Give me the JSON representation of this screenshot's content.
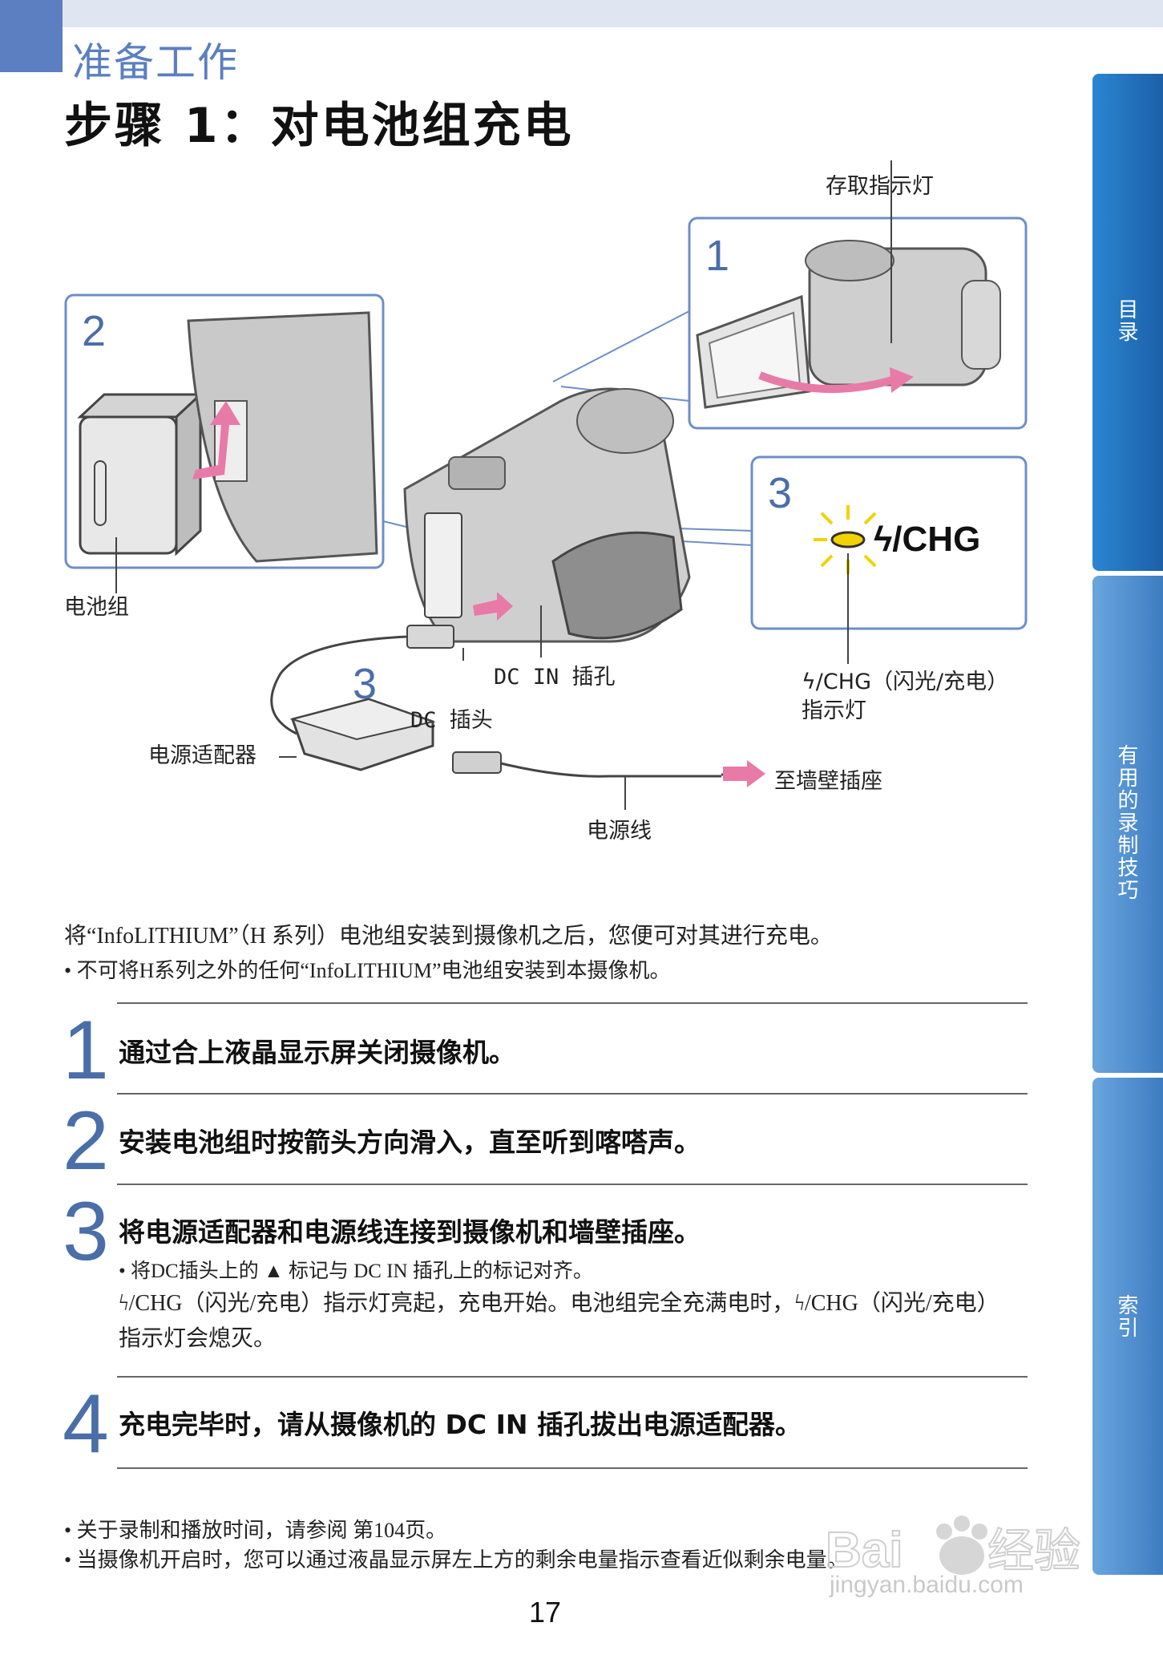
{
  "header": {
    "section": "准备工作",
    "title": "步骤 1：对电池组充电"
  },
  "side_tabs": [
    "目录",
    "有用的录制技巧",
    "索引"
  ],
  "diagram": {
    "labels": {
      "access_lamp": "存取指示灯",
      "battery_pack": "电池组",
      "dc_in_jack": "DC IN 插孔",
      "dc_plug": "DC 插头",
      "ac_adaptor": "电源适配器",
      "chg_lamp_line1": "ϟ/CHG（闪光/充电）",
      "chg_lamp_line2": "指示灯",
      "wall_outlet": "至墙壁插座",
      "power_cord": "电源线",
      "chg_symbol": "ϟ/CHG"
    },
    "panel_numbers": [
      "1",
      "2",
      "3",
      "3"
    ]
  },
  "intro": {
    "text": "将“InfoLITHIUM”（H 系列）电池组安装到摄像机之后，您便可对其进行充电。",
    "note": "• 不可将H系列之外的任何“InfoLITHIUM”电池组安装到本摄像机。"
  },
  "steps": [
    {
      "num": "1",
      "text": "通过合上液晶显示屏关闭摄像机。"
    },
    {
      "num": "2",
      "text": "安装电池组时按箭头方向滑入，直至听到喀嗒声。"
    },
    {
      "num": "3",
      "text": "将电源适配器和电源线连接到摄像机和墙壁插座。",
      "sub": "• 将DC插头上的 ▲ 标记与 DC IN 插孔上的标记对齐。",
      "body": "ϟ/CHG（闪光/充电）指示灯亮起，充电开始。电池组完全充满电时，ϟ/CHG（闪光/充电）指示灯会熄灭。"
    },
    {
      "num": "4",
      "text": "充电完毕时，请从摄像机的 DC IN 插孔拔出电源适配器。"
    }
  ],
  "footnotes": [
    "• 关于录制和播放时间，请参阅 第104页。",
    "• 当摄像机开启时，您可以通过液晶显示屏左上方的剩余电量指示查看近似剩余电量。"
  ],
  "page_number": "17",
  "watermark": {
    "brand": "Baidu经验",
    "url": "jingyan.baidu.com"
  },
  "colors": {
    "accent": "#5b7fc0",
    "step_number": "#4a6ea8",
    "tab_blue": "#2a6fb8",
    "arrow_pink": "#e87aa8",
    "lamp_yellow": "#f2d200"
  }
}
